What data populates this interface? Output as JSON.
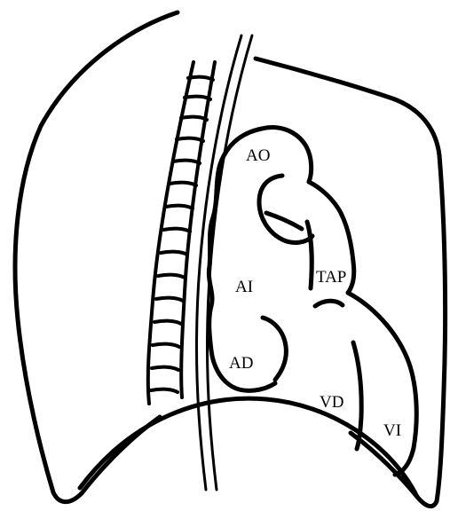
{
  "diagram": {
    "labels": {
      "ao": "AO",
      "ai": "AI",
      "tap": "TAP",
      "ad": "AD",
      "vd": "VD",
      "vi": "VI"
    },
    "colors": {
      "stroke": "#000000",
      "background": "#ffffff"
    }
  }
}
